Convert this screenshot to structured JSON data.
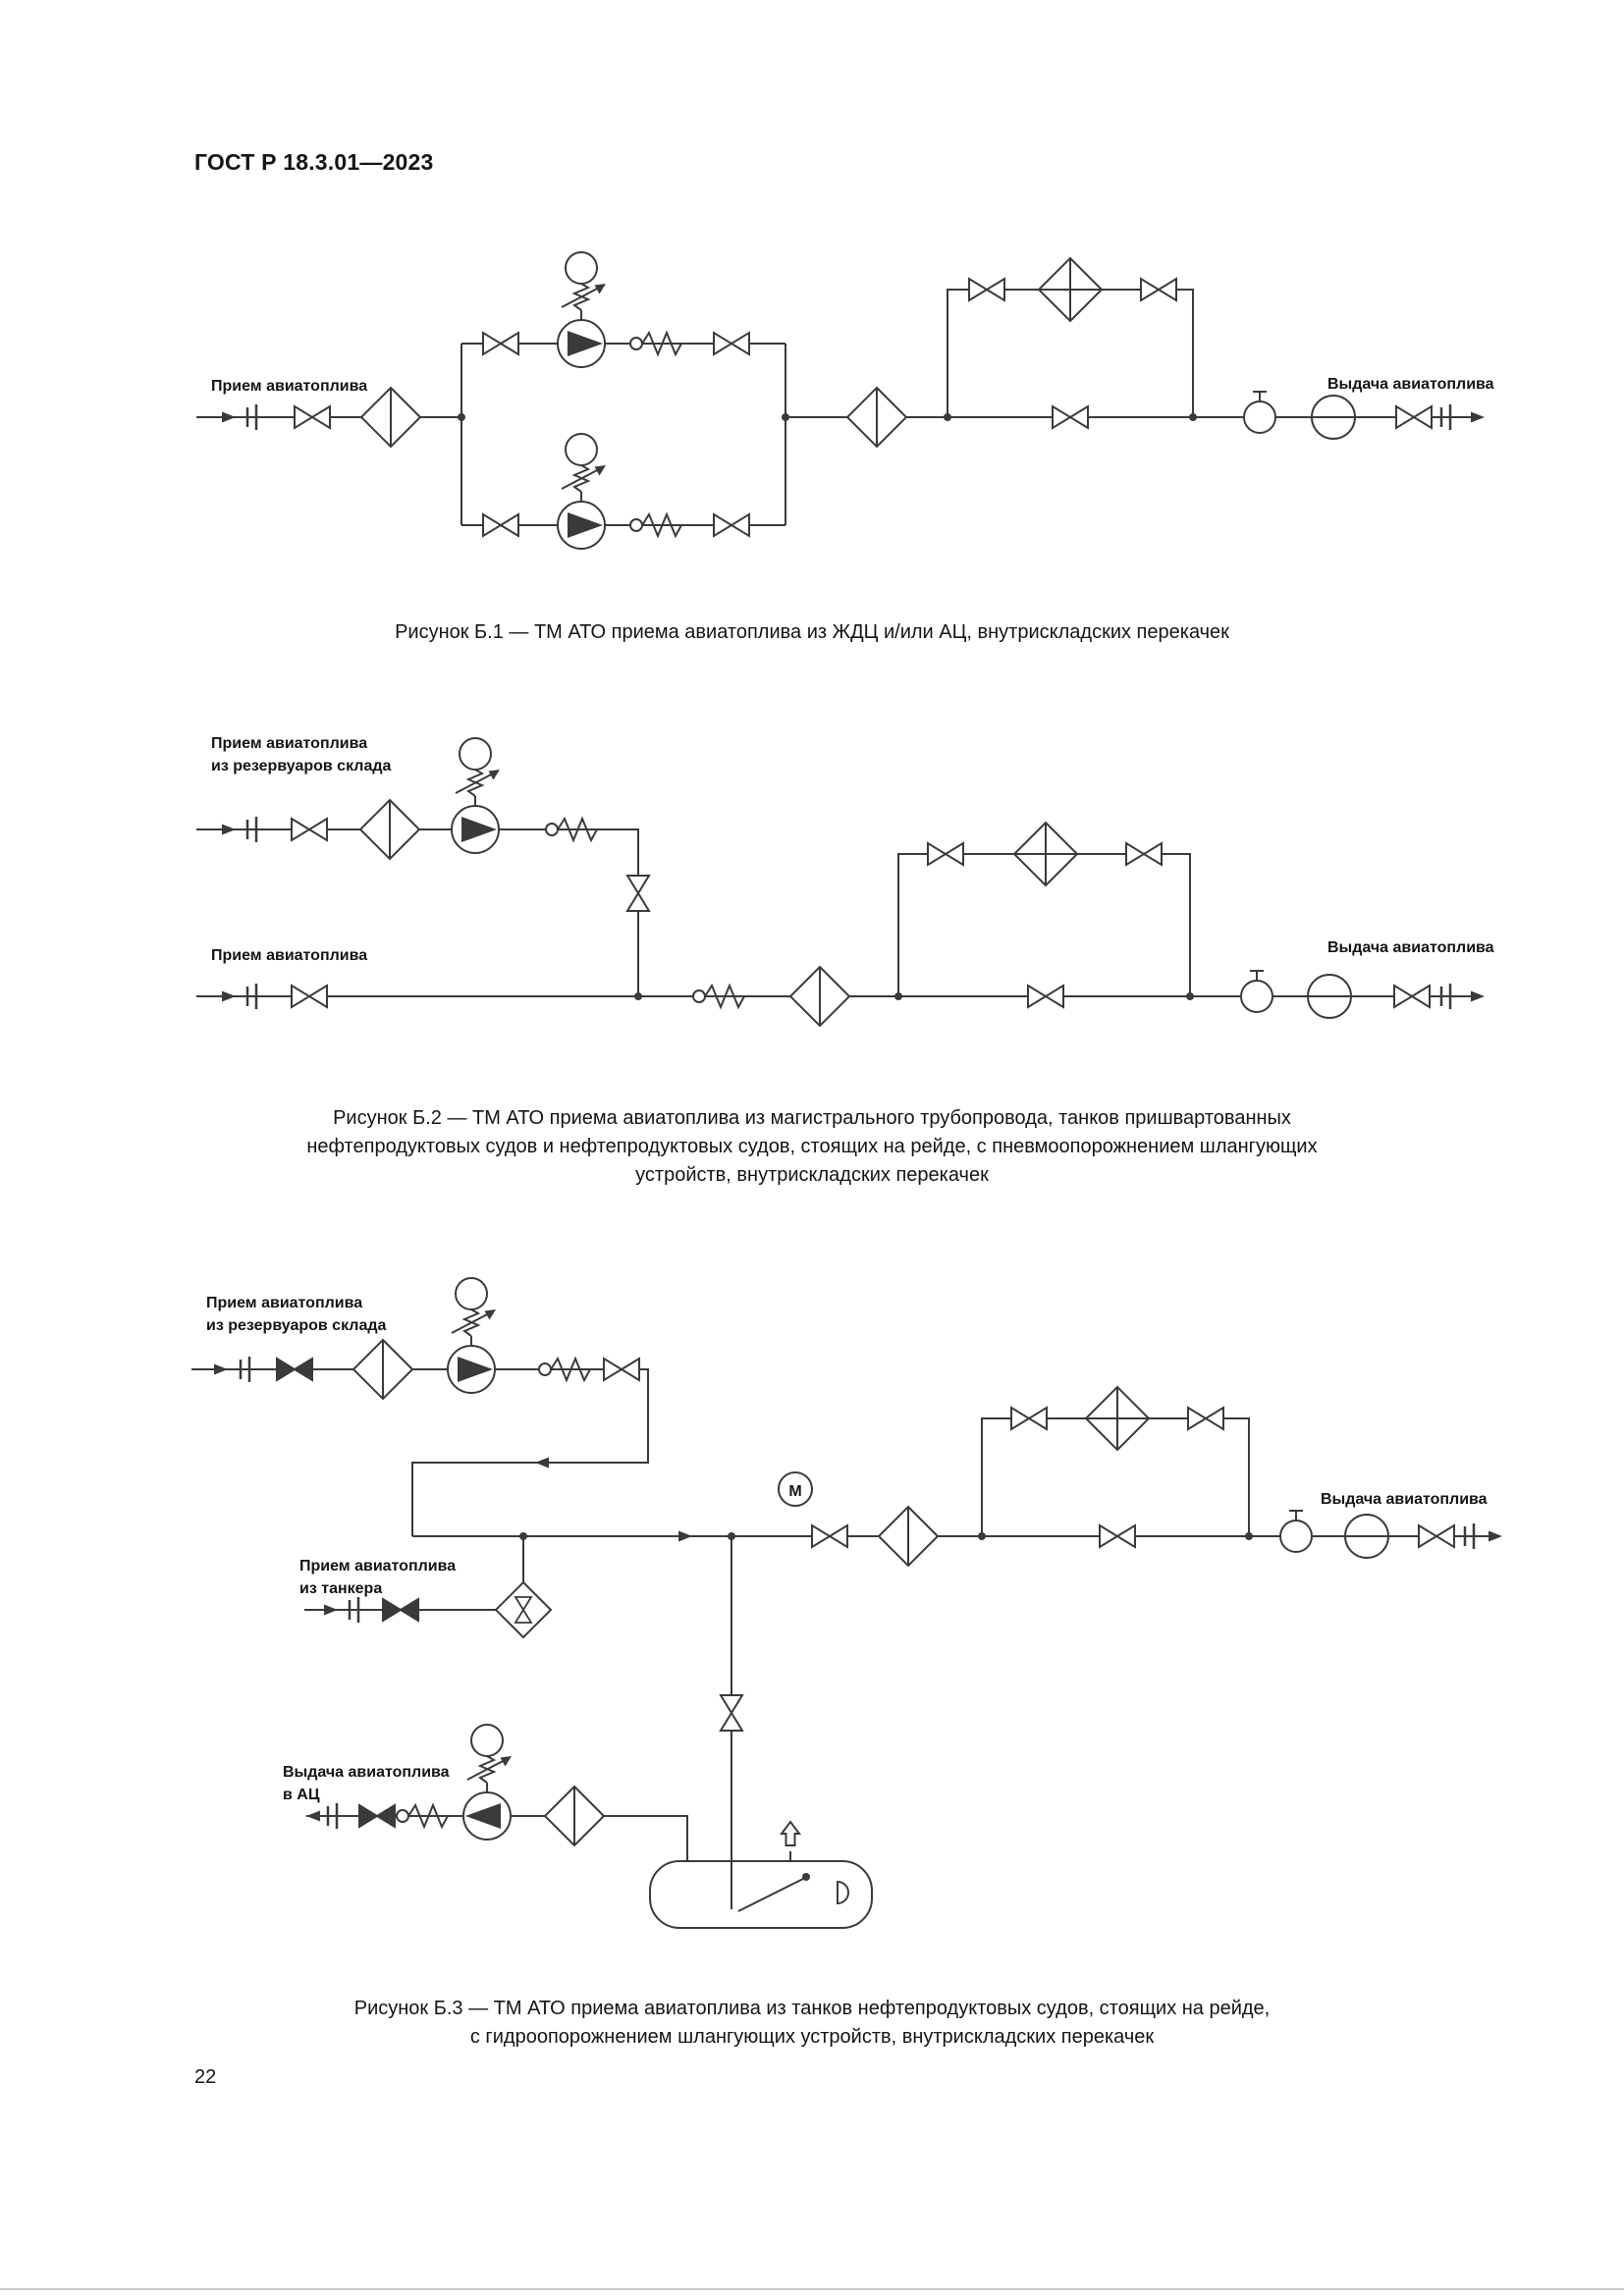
{
  "page": {
    "header": "ГОСТ Р 18.3.01—2023",
    "number": "22"
  },
  "figure1": {
    "labels": {
      "inlet": "Прием авиатоплива",
      "outlet": "Выдача авиатоплива"
    },
    "caption": "Рисунок Б.1 — ТМ АТО приема авиатоплива из ЖДЦ и/или АЦ, внутрискладских перекачек"
  },
  "figure2": {
    "labels": {
      "inlet_tank_1": "Прием авиатоплива",
      "inlet_tank_2": "из резервуаров склада",
      "inlet": "Прием авиатоплива",
      "outlet": "Выдача авиатоплива"
    },
    "caption_lines": [
      "Рисунок Б.2 — ТМ АТО приема авиатоплива из магистрального трубопровода, танков пришвартованных",
      "нефтепродуктовых судов и нефтепродуктовых судов, стоящих на рейде, с пневмоопорожнением шлангующих",
      "устройств, внутрискладских перекачек"
    ]
  },
  "figure3": {
    "labels": {
      "inlet_tank_1": "Прием авиатоплива",
      "inlet_tank_2": "из резервуаров склада",
      "inlet_tanker_1": "Прием авиатоплива",
      "inlet_tanker_2": "из танкера",
      "outlet_ac_1": "Выдача авиатоплива",
      "outlet_ac_2": "в АЦ",
      "outlet": "Выдача авиатоплива",
      "motor": "М"
    },
    "caption_lines": [
      "Рисунок Б.3 — ТМ АТО приема авиатоплива из танков нефтепродуктовых судов, стоящих на рейде,",
      "с гидроопорожнением шлангующих устройств, внутрискладских перекачек"
    ]
  }
}
